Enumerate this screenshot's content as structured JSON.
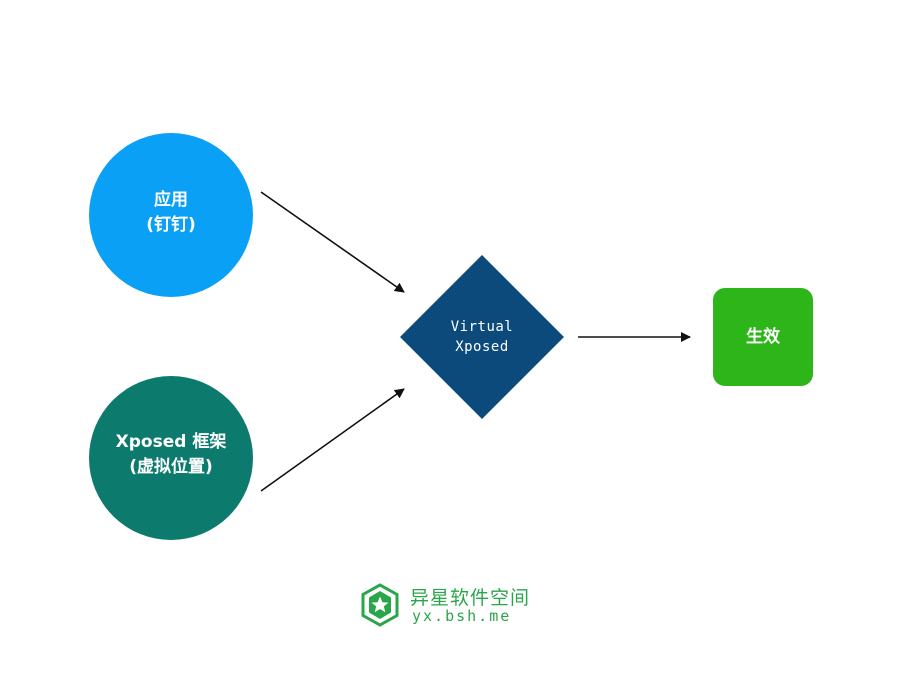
{
  "diagram": {
    "nodes": {
      "app": {
        "line1": "应用",
        "line2": "(钉钉)",
        "color": "#0aa0f5"
      },
      "xposed": {
        "line1": "Xposed 框架",
        "line2": "(虚拟位置)",
        "color": "#0d7a6e"
      },
      "virtual_xposed": {
        "line1": "Virtual",
        "line2": "Xposed",
        "color": "#0c4a7c"
      },
      "effect": {
        "label": "生效",
        "color": "#2db51a"
      }
    },
    "edges": [
      {
        "from": "app",
        "to": "virtual_xposed"
      },
      {
        "from": "xposed",
        "to": "virtual_xposed"
      },
      {
        "from": "virtual_xposed",
        "to": "effect"
      }
    ]
  },
  "watermark": {
    "title": "异星软件空间",
    "url": "yx.bsh.me",
    "icon": "star-hexagon-icon",
    "color": "#2aa64a"
  }
}
